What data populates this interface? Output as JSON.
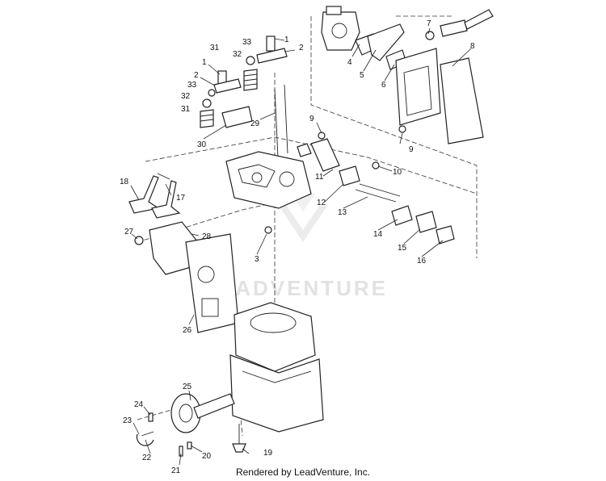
{
  "watermark": {
    "text": "LEADVENTURE"
  },
  "footer": {
    "text": "Rendered by LeadVenture, Inc."
  },
  "callouts": [
    {
      "id": "c1a",
      "text": "1"
    },
    {
      "id": "c1b",
      "text": "1"
    },
    {
      "id": "c2a",
      "text": "2"
    },
    {
      "id": "c2b",
      "text": "2"
    },
    {
      "id": "c3",
      "text": "3"
    },
    {
      "id": "c4",
      "text": "4"
    },
    {
      "id": "c5",
      "text": "5"
    },
    {
      "id": "c6",
      "text": "6"
    },
    {
      "id": "c7",
      "text": "7"
    },
    {
      "id": "c8",
      "text": "8"
    },
    {
      "id": "c9a",
      "text": "9"
    },
    {
      "id": "c9b",
      "text": "9"
    },
    {
      "id": "c10",
      "text": "10"
    },
    {
      "id": "c11",
      "text": "11"
    },
    {
      "id": "c12",
      "text": "12"
    },
    {
      "id": "c13",
      "text": "13"
    },
    {
      "id": "c14",
      "text": "14"
    },
    {
      "id": "c15",
      "text": "15"
    },
    {
      "id": "c16",
      "text": "16"
    },
    {
      "id": "c17",
      "text": "17"
    },
    {
      "id": "c18",
      "text": "18"
    },
    {
      "id": "c19",
      "text": "19"
    },
    {
      "id": "c20",
      "text": "20"
    },
    {
      "id": "c21",
      "text": "21"
    },
    {
      "id": "c22",
      "text": "22"
    },
    {
      "id": "c23",
      "text": "23"
    },
    {
      "id": "c24",
      "text": "24"
    },
    {
      "id": "c25",
      "text": "25"
    },
    {
      "id": "c26",
      "text": "26"
    },
    {
      "id": "c27",
      "text": "27"
    },
    {
      "id": "c28",
      "text": "28"
    },
    {
      "id": "c29",
      "text": "29"
    },
    {
      "id": "c30",
      "text": "30"
    },
    {
      "id": "c31a",
      "text": "31"
    },
    {
      "id": "c31b",
      "text": "31"
    },
    {
      "id": "c32a",
      "text": "32"
    },
    {
      "id": "c32b",
      "text": "32"
    },
    {
      "id": "c33a",
      "text": "33"
    },
    {
      "id": "c33b",
      "text": "33"
    }
  ]
}
